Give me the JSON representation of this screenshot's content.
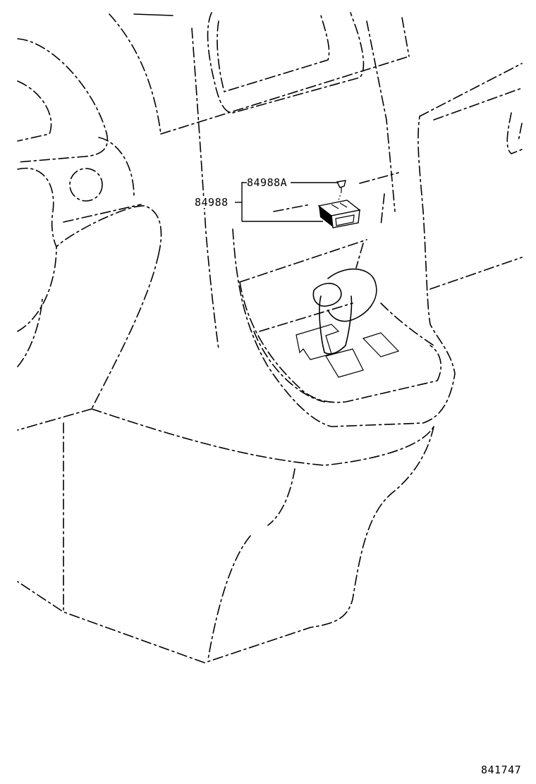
{
  "callouts": {
    "screw": "84988A",
    "switch": "84988"
  },
  "diagram_number": "841747"
}
